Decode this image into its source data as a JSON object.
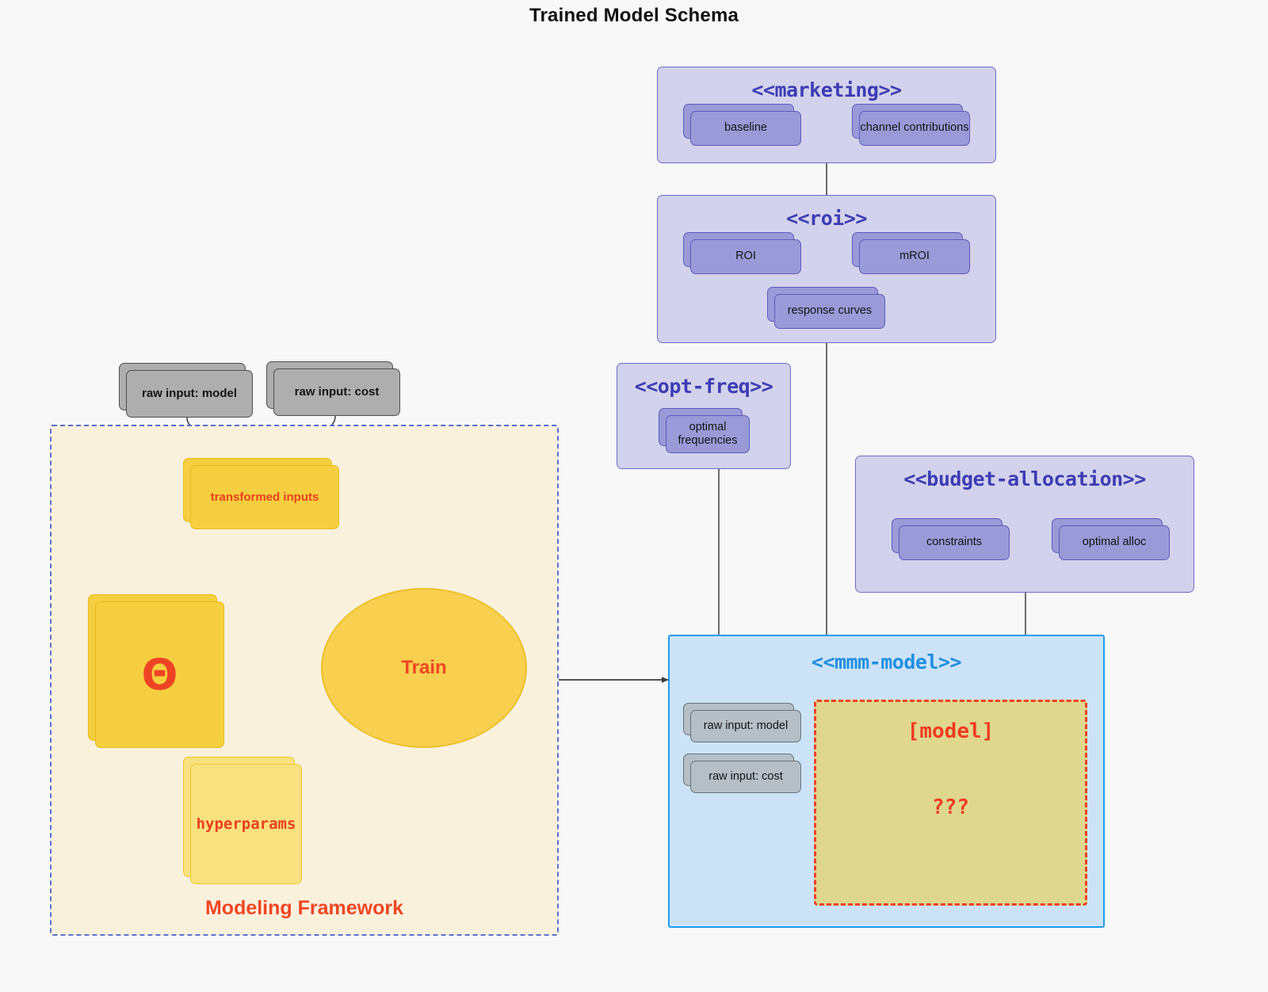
{
  "page": {
    "title": "Trained Model Schema",
    "background_color": "#f8f8f8"
  },
  "colors": {
    "package_fill": "#d2d2ec",
    "package_border": "#6c6cc4",
    "package_title": "#3c3cb4",
    "element_purple_fill": "#9a9ad8",
    "element_purple_border": "#5b5bbb",
    "element_grey_fill": "#aeaeae",
    "element_grey_border": "#4f4f4f",
    "framework_fill": "#faf1dd",
    "framework_border": "#5b6fd0",
    "yellow_fill": "#f5cf3f",
    "yellow_light_fill": "#f8e17f",
    "accent_red": "#ef4624",
    "mmm_fill": "#cce3f7",
    "mmm_border": "#1f9cf0",
    "model_box_fill": "#e0d78e",
    "model_box_border": "#ee4228"
  },
  "packages": {
    "marketing": {
      "title": "<<marketing>>",
      "elements": [
        {
          "label": "baseline"
        },
        {
          "label": "channel contributions"
        }
      ],
      "association": "bidirectional"
    },
    "roi": {
      "title": "<<roi>>",
      "elements": [
        {
          "label": "ROI"
        },
        {
          "label": "mROI"
        },
        {
          "label": "response curves"
        }
      ],
      "association": "bidirectional"
    },
    "opt_freq": {
      "title": "<<opt-freq>>",
      "elements": [
        {
          "label": "optimal\nfrequencies",
          "line1": "optimal",
          "line2": "frequencies"
        }
      ]
    },
    "budget_allocation": {
      "title": "<<budget-allocation>>",
      "elements": [
        {
          "label": "constraints"
        },
        {
          "label": "optimal alloc"
        }
      ],
      "association": "bidirectional"
    },
    "mmm_model": {
      "title": "<<mmm-model>>",
      "inputs": [
        {
          "label": "raw input: model"
        },
        {
          "label": "raw input: cost"
        }
      ],
      "model_box": {
        "label": "[model]",
        "unknown": "???"
      }
    }
  },
  "framework": {
    "label": "Modeling Framework",
    "raw_inputs": [
      {
        "label": "raw input: model"
      },
      {
        "label": "raw input: cost"
      }
    ],
    "transformed_inputs": {
      "label": "transformed inputs"
    },
    "theta": {
      "label": "Θ"
    },
    "hyperparams": {
      "label": "hyperparams"
    },
    "train": {
      "label": "Train"
    }
  }
}
